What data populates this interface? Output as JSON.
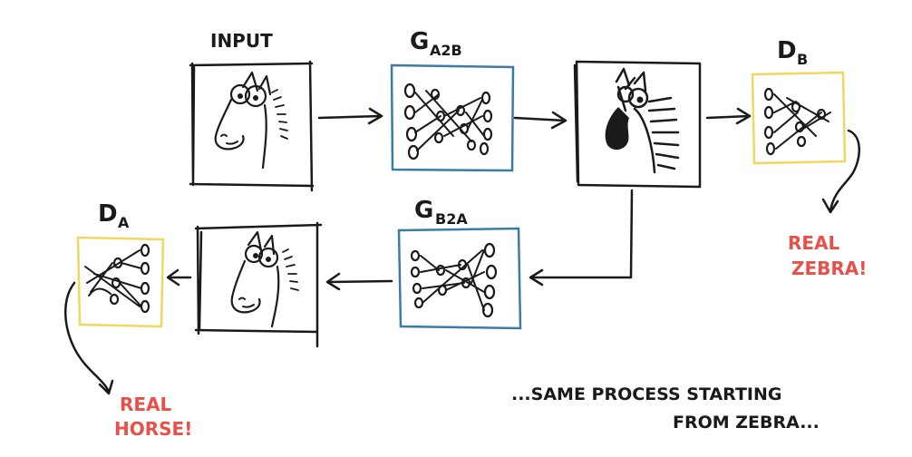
{
  "labels": {
    "input": "INPUT",
    "g_a2b_main": "G",
    "g_a2b_sub": "A2B",
    "d_b_main": "D",
    "d_b_sub": "B",
    "g_b2a_main": "G",
    "g_b2a_sub": "B2A",
    "d_a_main": "D",
    "d_a_sub": "A"
  },
  "verdicts": {
    "zebra_line1": "REAL",
    "zebra_line2": "ZEBRA!",
    "horse_line1": "REAL",
    "horse_line2": "HORSE!"
  },
  "note": {
    "line1": "...SAME PROCESS STARTING",
    "line2": "FROM ZEBRA..."
  },
  "colors": {
    "ink": "#1a1a1a",
    "generator_frame": "#3a7ca5",
    "discriminator_frame": "#f0d860",
    "verdict_text": "#e8504a"
  }
}
